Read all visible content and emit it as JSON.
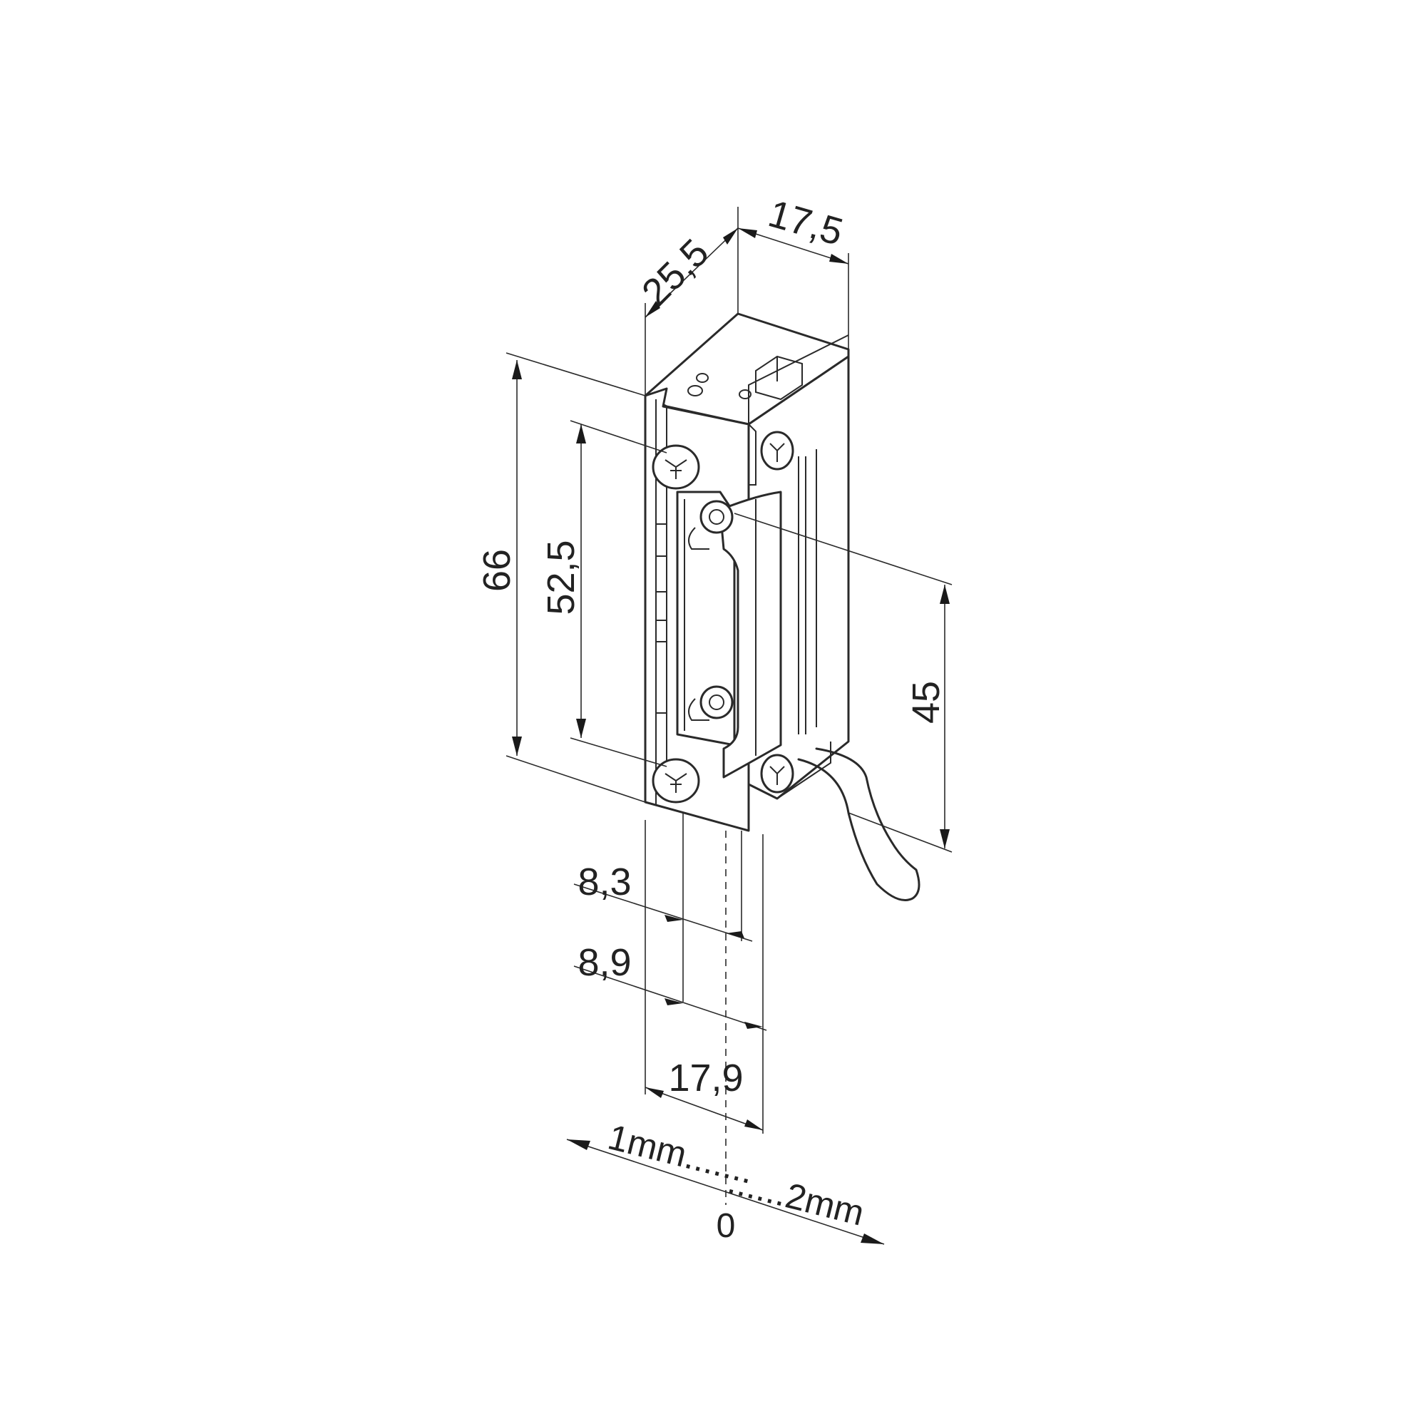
{
  "dimensions": {
    "depth": "25,5",
    "width_top": "17,5",
    "height_total": "66",
    "height_mount": "52,5",
    "height_latch": "45",
    "offset_a": "8,3",
    "offset_b": "8,9",
    "width_bottom": "17,9"
  },
  "adjustment": {
    "left": "1mm.......",
    "right": "......2mm",
    "zero": "0"
  },
  "colors": {
    "line": "#2a2a2a",
    "background": "#ffffff"
  },
  "icons": {
    "screw": "phillips-screw-icon"
  }
}
